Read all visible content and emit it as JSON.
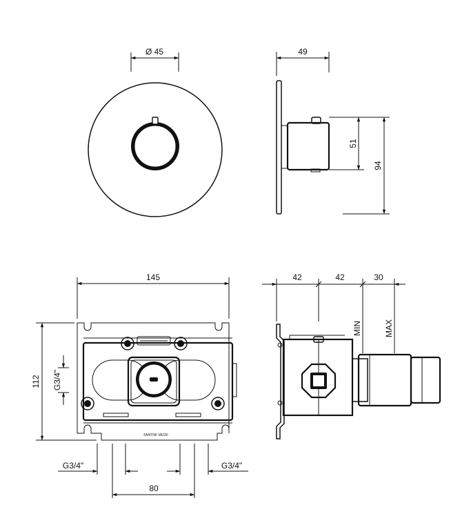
{
  "dimensions": {
    "front_diameter": "Ø 45",
    "side_depth": "49",
    "side_body_height": "51",
    "side_plate_height": "94",
    "box_width": "145",
    "box_height": "112",
    "side_seg1": "42",
    "side_seg2": "42",
    "side_seg3": "30",
    "min_label": "MIN",
    "max_label": "MAX",
    "thread_left": "G3/4\"",
    "thread_right": "G3/4\"",
    "thread_side": "G3/4\"",
    "port_spacing": "80"
  },
  "stamp_text": "FANTINI VA230"
}
